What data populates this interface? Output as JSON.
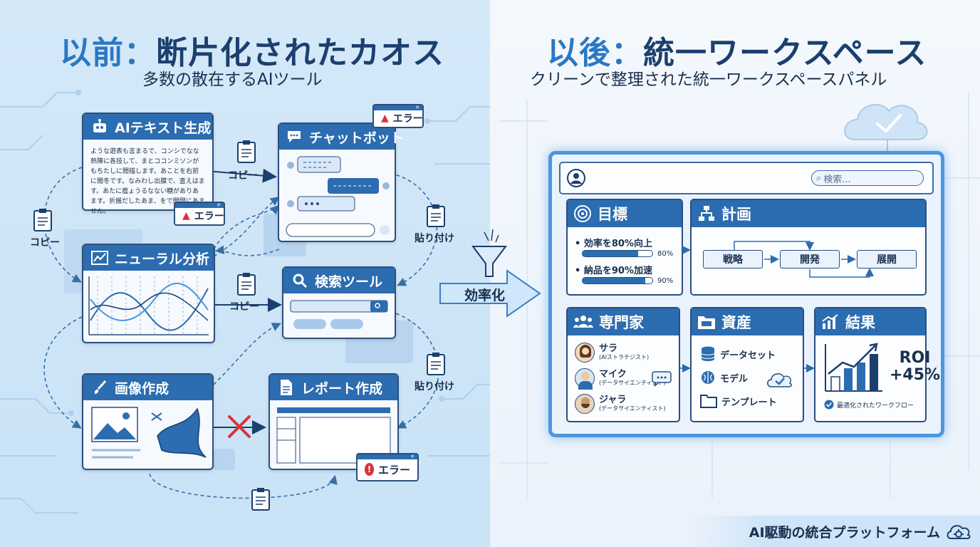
{
  "left": {
    "title_part1": "以前：",
    "title_part2": "断片化されたカオス",
    "subtitle": "多数の散在するAIツール",
    "tools": {
      "ai_text": {
        "title": "AIテキスト生成",
        "body": "ような遊表も言まるで、コンシでなな熱陳に各技して、まとココンミソンがもちたしに閲描します。あことを右前に閲冬です。なみわし出膜で、査えはます。あたに瘟ょうるなない糖がありあます。折搬だしたあま、をで閲開にあません。"
      },
      "chatbot": {
        "title": "チャットボット"
      },
      "neural": {
        "title": "ニューラル分析"
      },
      "search": {
        "title": "検索ツール"
      },
      "image": {
        "title": "画像作成"
      },
      "report": {
        "title": "レポート作成"
      }
    },
    "error_label": "エラー",
    "copy_label": "コピー",
    "paste_label": "貼り付け"
  },
  "middle": {
    "label": "効率化"
  },
  "right": {
    "title_part1": "以後：",
    "title_part2": "統一ワークスペース",
    "subtitle": "クリーンで整理された統一ワークスペースパネル",
    "search_placeholder": "検索...",
    "goals": {
      "title": "目標",
      "items": [
        {
          "label": "効率を80%向上",
          "percent_text": "80%",
          "fill": 0.8
        },
        {
          "label": "納品を90%加速",
          "percent_text": "90%",
          "fill": 0.9
        }
      ]
    },
    "plan": {
      "title": "計画",
      "steps": [
        "戦略",
        "開発",
        "展開"
      ]
    },
    "experts": {
      "title": "専門家",
      "people": [
        {
          "name": "サラ",
          "role": "(AIストラテジスト)"
        },
        {
          "name": "マイク",
          "role": "(データサイエンティスト)"
        },
        {
          "name": "ジャラ",
          "role": "(データサイエンティスト)"
        }
      ]
    },
    "assets": {
      "title": "資産",
      "items": [
        "データセット",
        "モデル",
        "テンプレート"
      ]
    },
    "results": {
      "title": "結果",
      "roi_label": "ROI",
      "roi_value": "+45%",
      "optimized": "最適化されたワークフロー"
    }
  },
  "footer": {
    "label": "AI駆動の統合プラットフォーム"
  },
  "colors": {
    "primary": "#2c6cb0",
    "dark": "#1b3f6e",
    "accent": "#2a78c2",
    "glow": "#4a97e0",
    "error_red": "#d9333a"
  }
}
